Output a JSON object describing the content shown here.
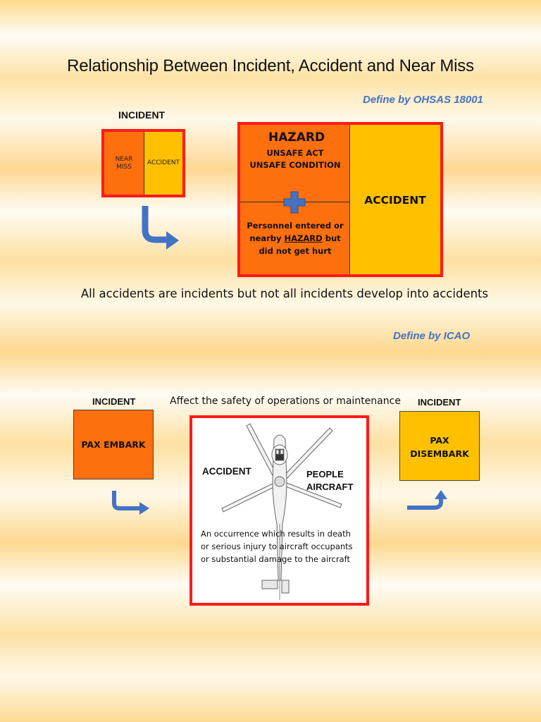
{
  "title": "Relationship Between Incident, Accident and Near Miss",
  "ohsas": {
    "define_label": "Define by OHSAS 18001",
    "incident_label": "INCIDENT",
    "near_miss": "NEAR MISS",
    "accident_small": "ACCIDENT",
    "hazard_title": "HAZARD",
    "unsafe_act": "UNSAFE ACT",
    "unsafe_condition": "UNSAFE CONDITION",
    "personnel_text_1": "Personnel entered or",
    "personnel_text_2_pre": "nearby ",
    "personnel_text_2_hazard": "HAZARD",
    "personnel_text_2_post": " but",
    "personnel_text_3": "did not get hurt",
    "accident_big": "ACCIDENT",
    "summary": "All accidents are incidents but not all incidents develop into accidents"
  },
  "icao": {
    "define_label": "Define by ICAO",
    "incident_left": "INCIDENT",
    "pax_embark": "PAX EMBARK",
    "affect_text": "Affect the safety of operations or maintenance",
    "incident_right": "INCIDENT",
    "pax_disembark_1": "PAX",
    "pax_disembark_2": "DISEMBARK",
    "accident_label": "ACCIDENT",
    "people": "PEOPLE",
    "aircraft": "AIRCRAFT",
    "occurrence_1": "An occurrence which results in death",
    "occurrence_2": "or serious injury to aircraft occupants",
    "occurrence_3": "or substantial damage to the aircraft"
  },
  "colors": {
    "orange": "#fe6f0e",
    "yellow": "#ffc000",
    "red_border": "#ff1a1a",
    "arrow_blue": "#4472c4"
  },
  "icons": {
    "cross": "cross-icon",
    "arrow": "curved-arrow-icon",
    "helicopter": "helicopter-icon"
  }
}
